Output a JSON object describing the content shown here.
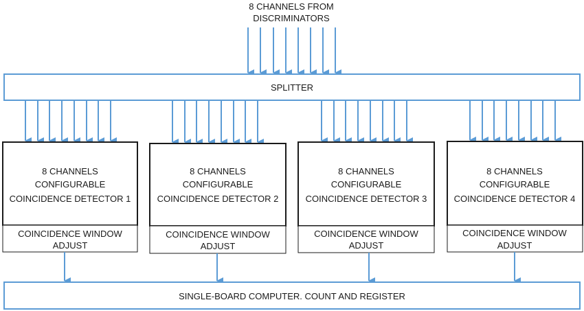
{
  "input": {
    "line1": "8 CHANNELS FROM",
    "line2": "DISCRIMINATORS"
  },
  "splitter": {
    "label": "SPLITTER"
  },
  "detectors": [
    {
      "line1": "8 CHANNELS",
      "line2": "CONFIGURABLE",
      "line3": "COINCIDENCE DETECTOR 1",
      "adjust_line1": "COINCIDENCE WINDOW",
      "adjust_line2": "ADJUST"
    },
    {
      "line1": "8 CHANNELS",
      "line2": "CONFIGURABLE",
      "line3": "COINCIDENCE DETECTOR 2",
      "adjust_line1": "COINCIDENCE WINDOW",
      "adjust_line2": "ADJUST"
    },
    {
      "line1": "8 CHANNELS",
      "line2": "CONFIGURABLE",
      "line3": "COINCIDENCE DETECTOR 3",
      "adjust_line1": "COINCIDENCE WINDOW",
      "adjust_line2": "ADJUST"
    },
    {
      "line1": "8 CHANNELS",
      "line2": "CONFIGURABLE",
      "line3": "COINCIDENCE DETECTOR 4",
      "adjust_line1": "COINCIDENCE WINDOW",
      "adjust_line2": "ADJUST"
    }
  ],
  "computer": {
    "label": "SINGLE-BOARD COMPUTER. COUNT AND REGISTER"
  },
  "colors": {
    "arrow": "#5b9bd5",
    "box_stroke": "#1a1a1a",
    "splitter_stroke": "#5b9bd5"
  }
}
